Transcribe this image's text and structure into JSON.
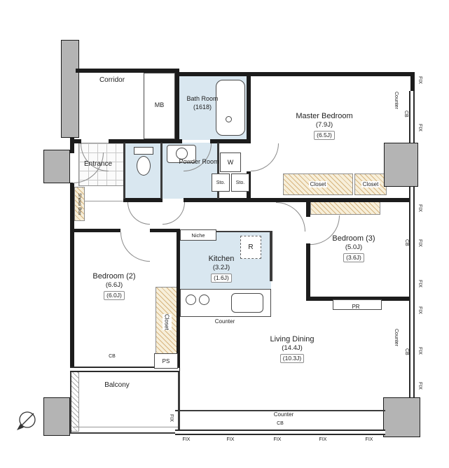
{
  "rooms": {
    "corridor": "Corridor",
    "mb": "MB",
    "bath": {
      "name": "Bath Room",
      "size": "(1618)"
    },
    "master": {
      "name": "Master Bedroom",
      "size": "(7.9J)",
      "net": "(6.5J)"
    },
    "entrance": "Entrance",
    "powder": "Powder Room",
    "washer": "W",
    "sto": "Sto.",
    "closet": "Closet",
    "shoes_box": "Shoes Box",
    "bedroom3": {
      "name": "Bedroom (3)",
      "size": "(5.0J)",
      "net": "(3.6J)"
    },
    "niche": "Niche",
    "fridge": "R",
    "kitchen": {
      "name": "Kitchen",
      "size": "(3.2J)",
      "net": "(1.6J)"
    },
    "bedroom2": {
      "name": "Bedroom (2)",
      "size": "(6.6J)",
      "net": "(6.0J)"
    },
    "living": {
      "name": "Living Dining",
      "size": "(14.4J)",
      "net": "(10.3J)"
    },
    "balcony": "Balcony",
    "pr": "PR",
    "ps": "PS"
  },
  "annotations": {
    "counter": "Counter",
    "cb": "CB",
    "fix": "FIX"
  },
  "colors": {
    "wall": "#1c1c1c",
    "pillar": "#b4b4b4",
    "wet_area": "#d9e7f0",
    "closet_fill": "#f7efda"
  }
}
